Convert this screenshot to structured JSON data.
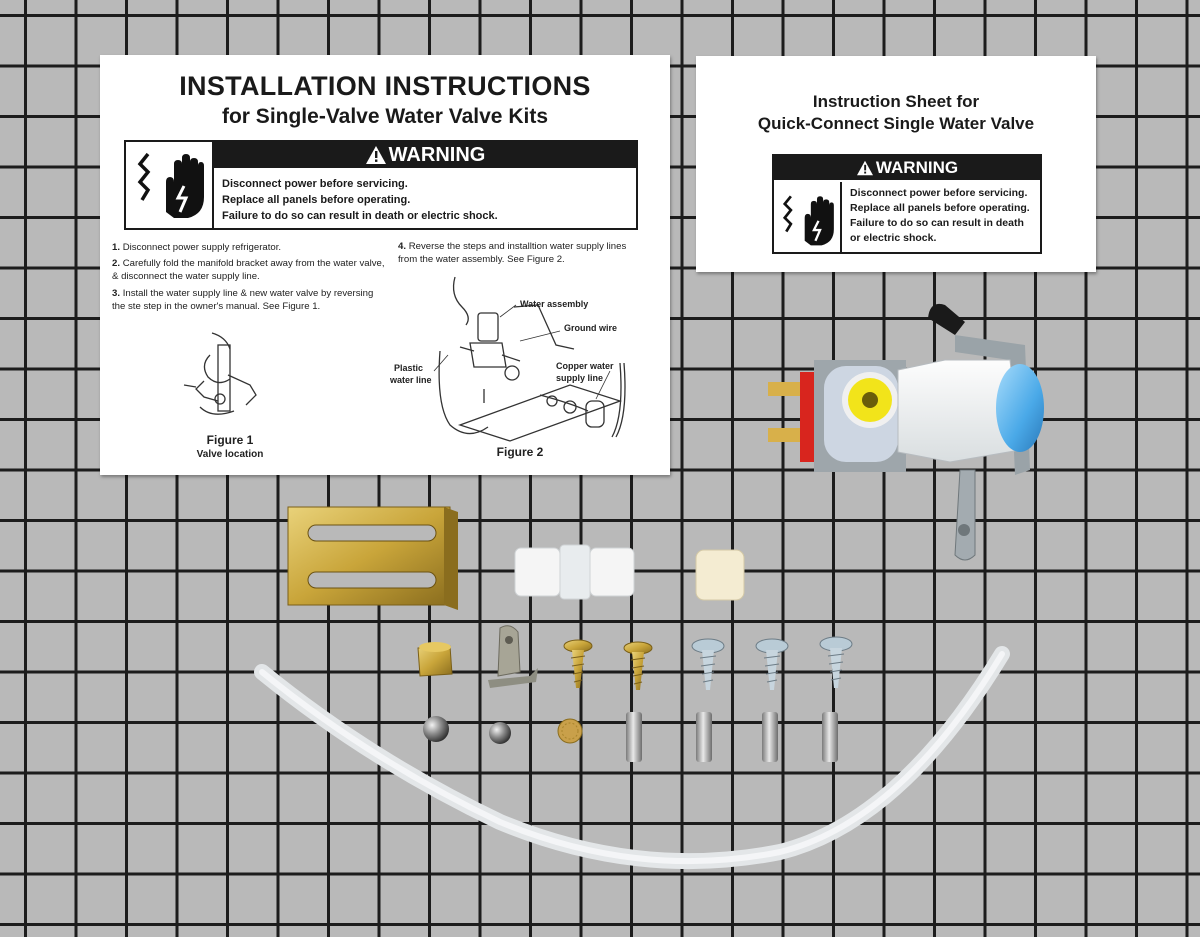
{
  "sheet_main": {
    "title": "INSTALLATION INSTRUCTIONS",
    "subtitle": "for Single-Valve Water Valve Kits",
    "warning_title": "WARNING",
    "warning_lines": [
      "Disconnect power before servicing.",
      "Replace all panels before operating.",
      "Failure to do so can result in death or electric shock."
    ],
    "steps": [
      {
        "num": "1.",
        "text": "Disconnect power supply refrigerator."
      },
      {
        "num": "2.",
        "text": "Carefully fold the manifold bracket away from the water valve, & disconnect the water supply line."
      },
      {
        "num": "3.",
        "text": "Install the water supply line & new water valve by reversing the ste step in the owner's manual. See Figure 1."
      },
      {
        "num": "4.",
        "text": "Reverse the steps and installtion water supply lines from the water assembly. See Figure 2."
      }
    ],
    "figure1_caption": "Figure 1",
    "figure1_sub": "Valve location",
    "figure2_caption": "Figure 2",
    "figure2_labels": {
      "water_assembly": "Water assembly",
      "ground_wire": "Ground wire",
      "plastic_line_1": "Plastic",
      "plastic_line_2": "water line",
      "copper_line_1": "Copper water",
      "copper_line_2": "supply line"
    }
  },
  "sheet_small": {
    "title_line1": "Instruction Sheet for",
    "title_line2": "Quick-Connect Single Water Valve",
    "warning_title": "WARNING",
    "warning_lines": [
      "Disconnect power before servicing.",
      "Replace all panels before operating.",
      "Failure to do so can result in death",
      "or electric shock."
    ]
  },
  "colors": {
    "grid_background": "#b9b9b9",
    "grid_lines": "#1c1c1c",
    "valve_blue": "#4aa9e8",
    "valve_yellow": "#f2e41a",
    "valve_red": "#d8251e",
    "brass": "#c9a53a"
  },
  "parts": [
    "water-valve",
    "mounting-bracket",
    "white-connector",
    "cream-spacer",
    "brass-nut",
    "small-bracket",
    "brass-screw",
    "silver-screw",
    "steel-ball",
    "brass-filter",
    "metal-sleeve",
    "plastic-tubing"
  ]
}
